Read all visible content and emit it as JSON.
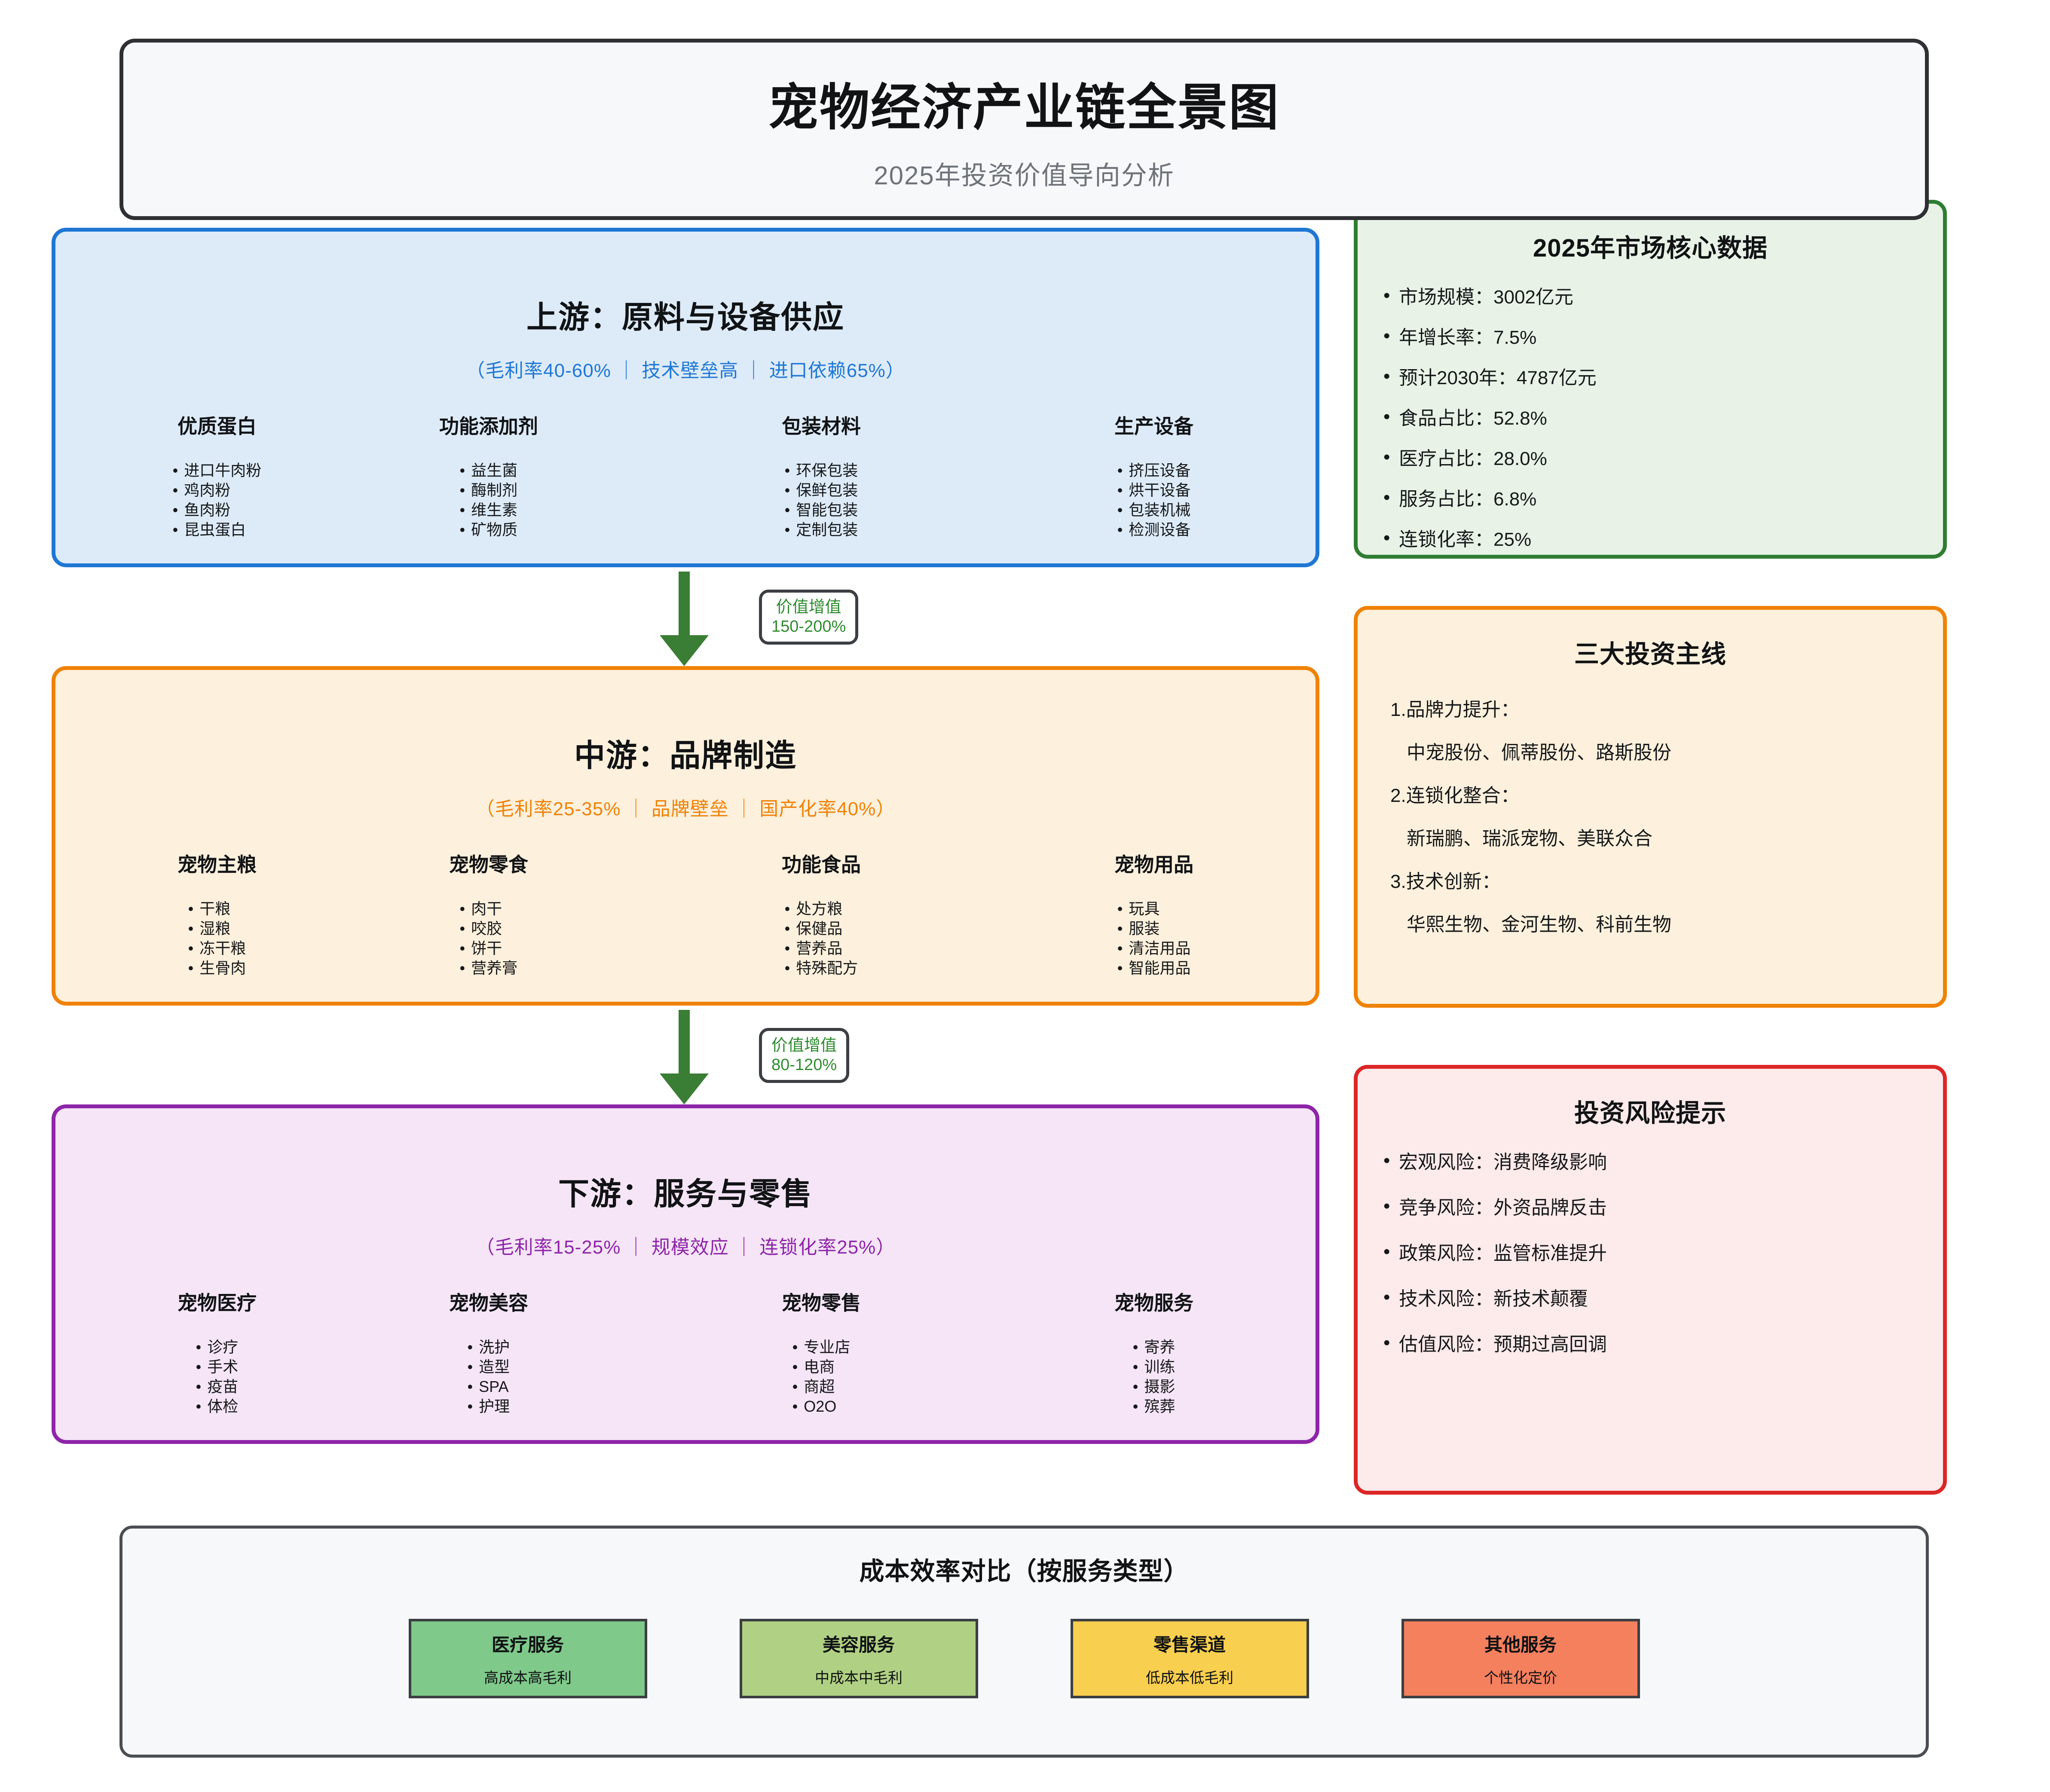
{
  "header": {
    "title": "宠物经济产业链全景图",
    "subtitle": "2025年投资价值导向分析"
  },
  "stages": [
    {
      "id": "upstream",
      "title": "上游：原料与设备供应",
      "meta": "（毛利率40-60% ｜ 技术壁垒高 ｜ 进口依赖65%）",
      "accent": "#1f77d4",
      "bg": "#ddebf9",
      "columns": [
        {
          "title": "优质蛋白",
          "items": [
            "进口牛肉粉",
            "鸡肉粉",
            "鱼肉粉",
            "昆虫蛋白"
          ]
        },
        {
          "title": "功能添加剂",
          "items": [
            "益生菌",
            "酶制剂",
            "维生素",
            "矿物质"
          ]
        },
        {
          "title": "包装材料",
          "items": [
            "环保包装",
            "保鲜包装",
            "智能包装",
            "定制包装"
          ]
        },
        {
          "title": "生产设备",
          "items": [
            "挤压设备",
            "烘干设备",
            "包装机械",
            "检测设备"
          ]
        }
      ]
    },
    {
      "id": "midstream",
      "title": "中游：品牌制造",
      "meta": "（毛利率25-35% ｜ 品牌壁垒 ｜ 国产化率40%）",
      "accent": "#ef8207",
      "bg": "#fdf0dc",
      "columns": [
        {
          "title": "宠物主粮",
          "items": [
            "干粮",
            "湿粮",
            "冻干粮",
            "生骨肉"
          ]
        },
        {
          "title": "宠物零食",
          "items": [
            "肉干",
            "咬胶",
            "饼干",
            "营养膏"
          ]
        },
        {
          "title": "功能食品",
          "items": [
            "处方粮",
            "保健品",
            "营养品",
            "特殊配方"
          ]
        },
        {
          "title": "宠物用品",
          "items": [
            "玩具",
            "服装",
            "清洁用品",
            "智能用品"
          ]
        }
      ]
    },
    {
      "id": "downstream",
      "title": "下游：服务与零售",
      "meta": "（毛利率15-25% ｜ 规模效应 ｜ 连锁化率25%）",
      "accent": "#8e25a8",
      "bg": "#f5e5f7",
      "columns": [
        {
          "title": "宠物医疗",
          "items": [
            "诊疗",
            "手术",
            "疫苗",
            "体检"
          ]
        },
        {
          "title": "宠物美容",
          "items": [
            "洗护",
            "造型",
            "SPA",
            "护理"
          ]
        },
        {
          "title": "宠物零售",
          "items": [
            "专业店",
            "电商",
            "商超",
            "O2O"
          ]
        },
        {
          "title": "宠物服务",
          "items": [
            "寄养",
            "训练",
            "摄影",
            "殡葬"
          ]
        }
      ]
    }
  ],
  "value_badges": [
    {
      "label": "价值增值",
      "range": "150-200%"
    },
    {
      "label": "价值增值",
      "range": "80-120%"
    }
  ],
  "market_panel": {
    "title": "2025年市场核心数据",
    "items": [
      "市场规模：3002亿元",
      "年增长率：7.5%",
      "预计2030年：4787亿元",
      "食品占比：52.8%",
      "医疗占比：28.0%",
      "服务占比：6.8%",
      "连锁化率：25%"
    ]
  },
  "invest_panel": {
    "title": "三大投资主线",
    "groups": [
      {
        "head": "1.品牌力提升：",
        "names": "中宠股份、佩蒂股份、路斯股份"
      },
      {
        "head": "2.连锁化整合：",
        "names": "新瑞鹏、瑞派宠物、美联众合"
      },
      {
        "head": "3.技术创新：",
        "names": "华熙生物、金河生物、科前生物"
      }
    ]
  },
  "risk_panel": {
    "title": "投资风险提示",
    "items": [
      "宏观风险：消费降级影响",
      "竞争风险：外资品牌反击",
      "政策风险：监管标准提升",
      "技术风险：新技术颠覆",
      "估值风险：预期过高回调"
    ]
  },
  "cost_panel": {
    "title": "成本效率对比（按服务类型）",
    "boxes": [
      {
        "name": "医疗服务",
        "desc": "高成本高毛利",
        "color": "#7fc98a"
      },
      {
        "name": "美容服务",
        "desc": "中成本中毛利",
        "color": "#b0d183"
      },
      {
        "name": "零售渠道",
        "desc": "低成本低毛利",
        "color": "#f9cf4f"
      },
      {
        "name": "其他服务",
        "desc": "个性化定价",
        "color": "#f4805e"
      }
    ]
  }
}
